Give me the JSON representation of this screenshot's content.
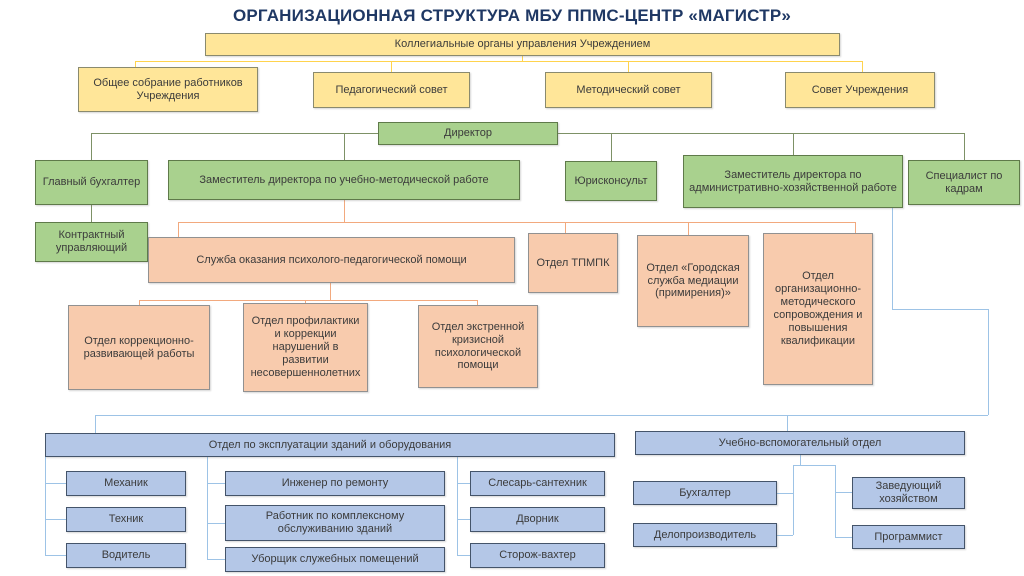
{
  "title": "ОРГАНИЗАЦИОННАЯ СТРУКТУРА МБУ ППМС-ЦЕНТР «МАГИСТР»",
  "colors": {
    "title_text": "#1F3864",
    "collegial_fill": "#FFE699",
    "collegial_line": "#FFD34D",
    "management_fill": "#A9D18E",
    "management_line": "#7D9166",
    "services_fill": "#F8CBAD",
    "services_line": "#F2A97E",
    "support_fill": "#B4C7E7",
    "support_line": "#9DC3E6",
    "box_text": "#3B3B3B"
  },
  "nodes": {
    "collegial": "Коллегиальные органы управления Учреждением",
    "assembly": "Общее собрание работников Учреждения",
    "ped_council": "Педагогический совет",
    "method_council": "Методический совет",
    "institution_council": "Совет Учреждения",
    "director": "Директор",
    "chief_accountant": "Главный бухгалтер",
    "deputy_method": "Заместитель директора по учебно-методической работе",
    "legal": "Юрисконсульт",
    "deputy_admin": "Заместитель директора по административно-хозяйственной работе",
    "hr": "Специалист по кадрам",
    "contract_manager": "Контрактный управляющий",
    "psych_service": "Служба оказания психолого-педагогической помощи",
    "tpmpk": "Отдел ТПМПК",
    "mediation": "Отдел «Городская служба медиации (примирения)»",
    "org_method": "Отдел организационно-методического сопровождения и повышения квалификации",
    "correction": "Отдел коррекционно-развивающей работы",
    "prevention": "Отдел профилактики и коррекции нарушений в развитии несовершеннолетних",
    "crisis": "Отдел экстренной кризисной психологической помощи",
    "maintenance_dept": "Отдел по эксплуатации зданий и оборудования",
    "support_dept": "Учебно-вспомогательный отдел",
    "mechanic": "Механик",
    "technician": "Техник",
    "driver": "Водитель",
    "repair_engineer": "Инженер по ремонту",
    "building_worker": "Работник по комплексному обслуживанию зданий",
    "cleaner": "Уборщик служебных помещений",
    "plumber": "Слесарь-сантехник",
    "janitor": "Дворник",
    "watchman": "Сторож-вахтер",
    "accountant": "Бухгалтер",
    "clerk": "Делопроизводитель",
    "housekeeper": "Заведующий хозяйством",
    "programmer": "Программист"
  }
}
